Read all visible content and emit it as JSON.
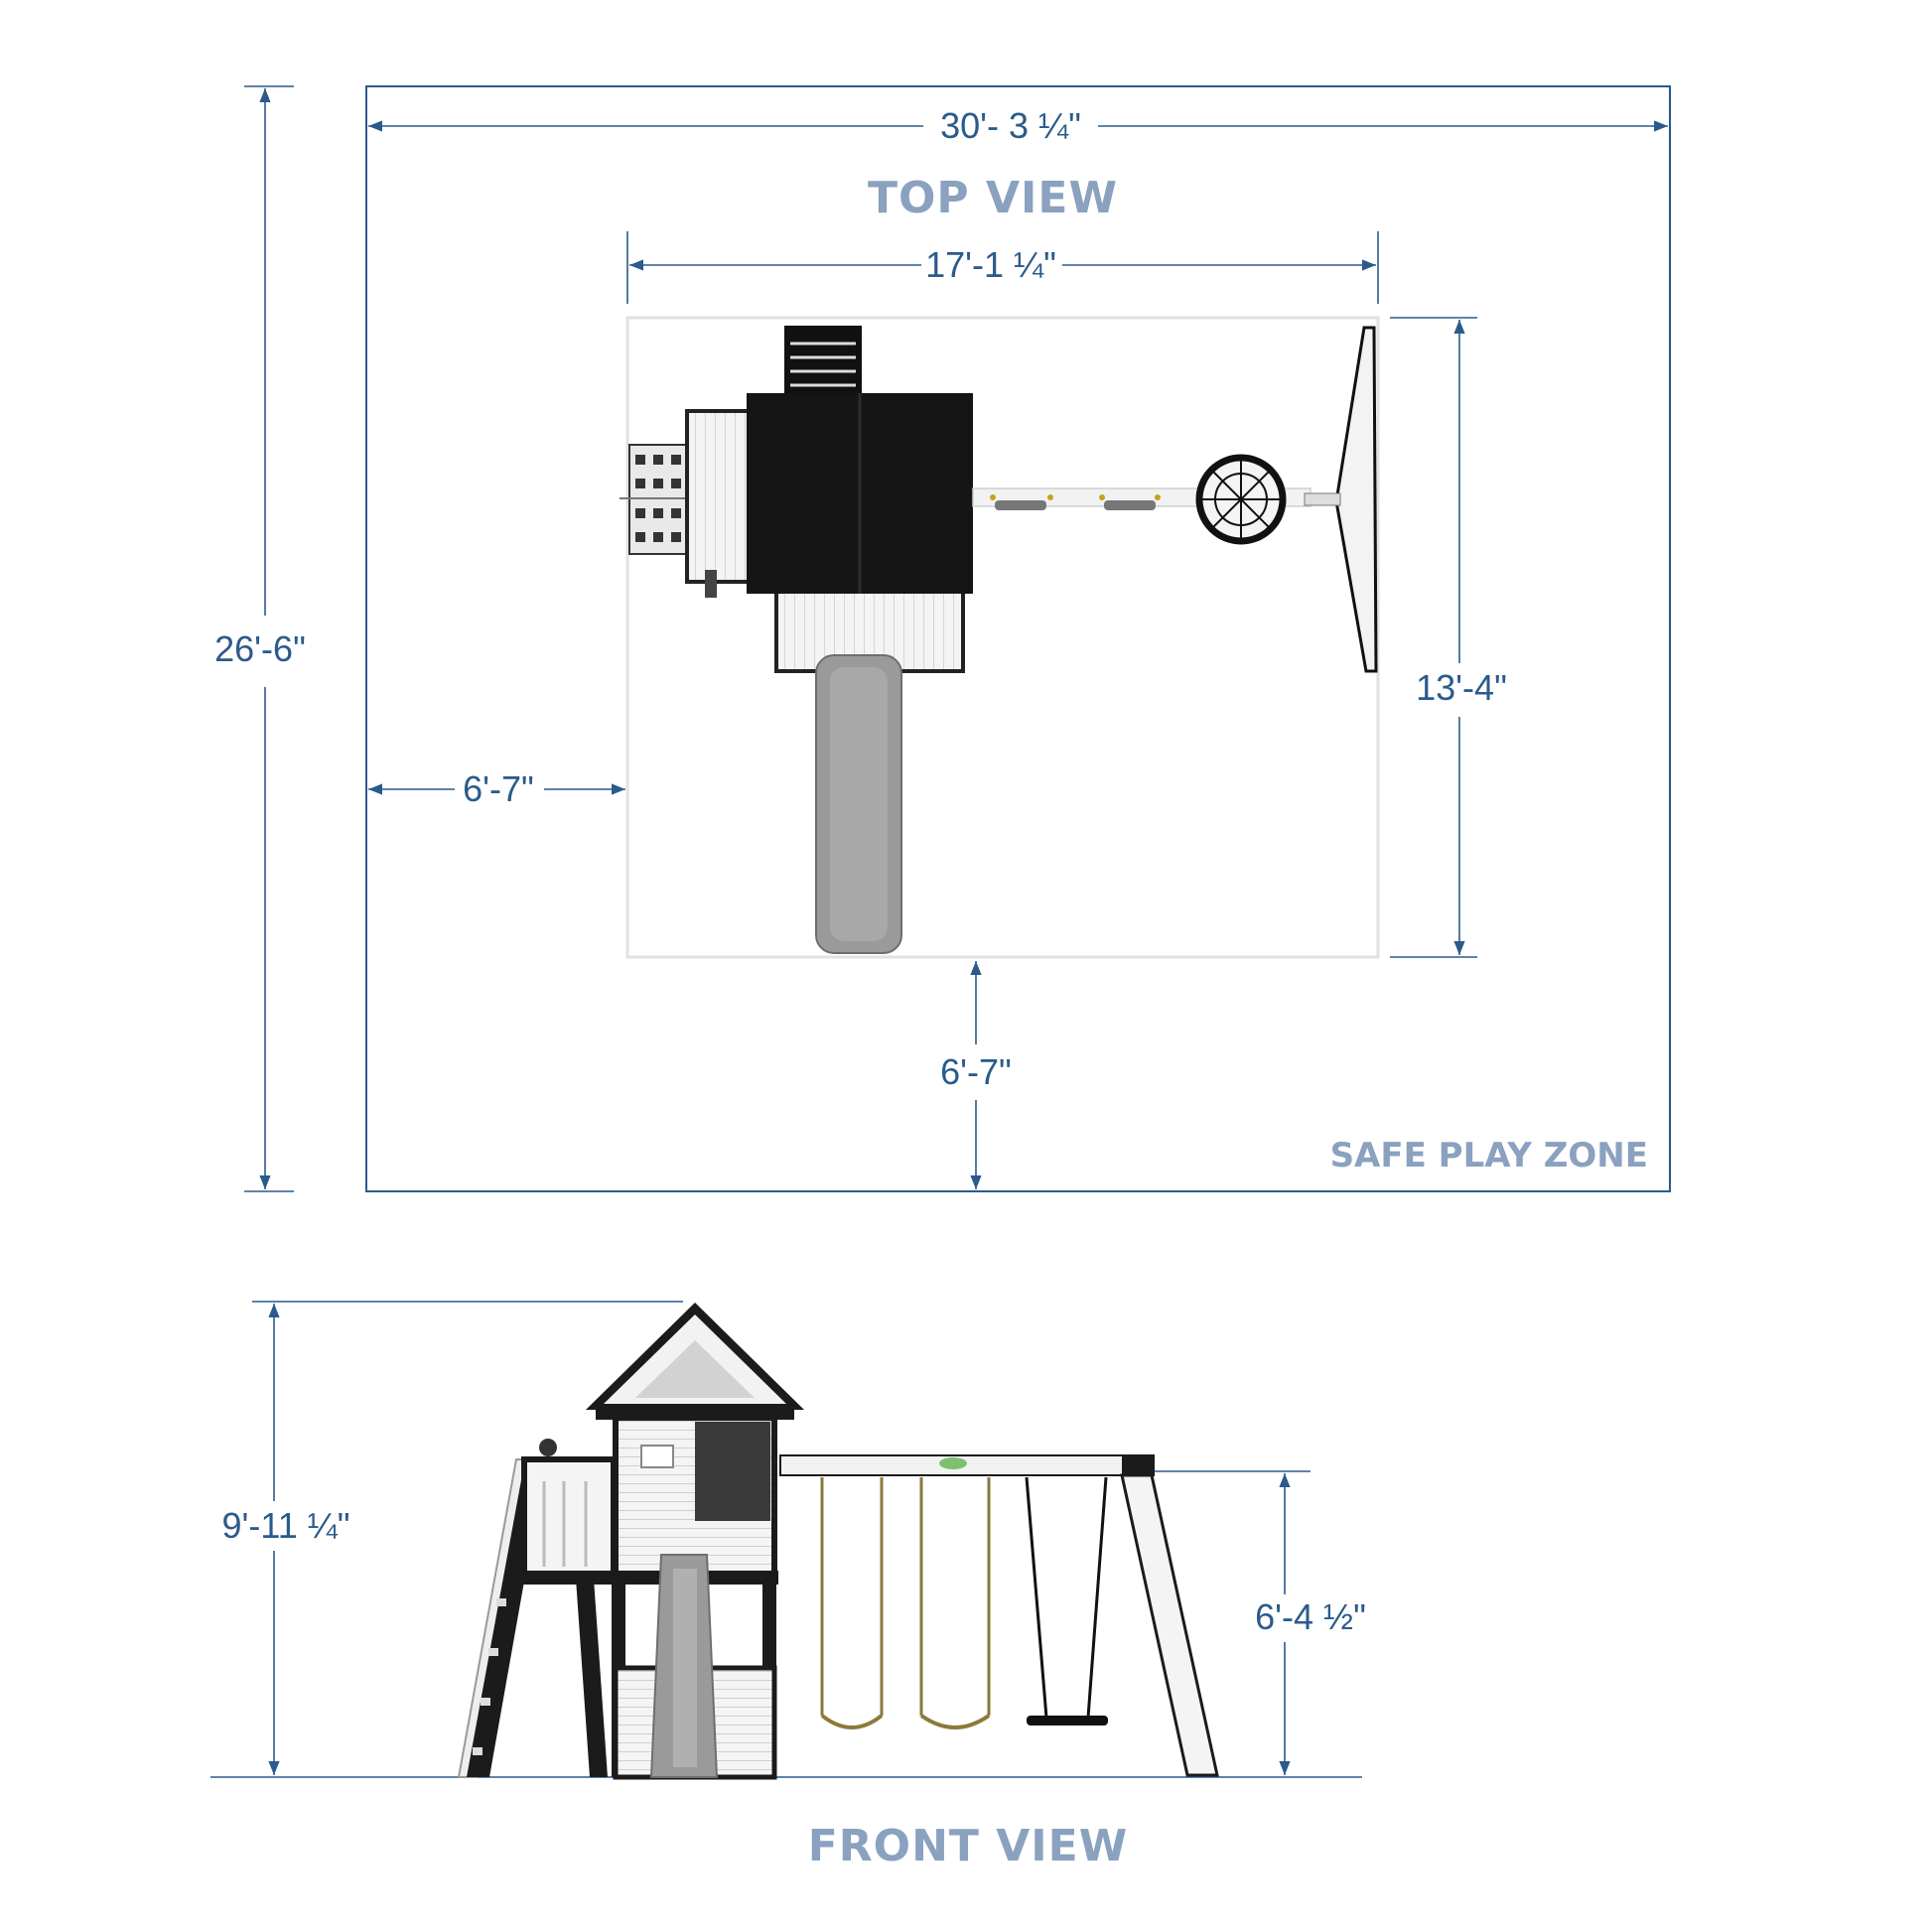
{
  "top_view": {
    "title": "TOP VIEW",
    "zone_label": "SAFE PLAY ZONE",
    "dims": {
      "overall_width": "30'- 3 ¼\"",
      "overall_depth": "26'-6\"",
      "unit_width": "17'-1 ¼\"",
      "unit_depth": "13'-4\"",
      "side_clearance": "6'-7\"",
      "front_clearance": "6'-7\""
    }
  },
  "front_view": {
    "title": "FRONT VIEW",
    "dims": {
      "overall_height": "9'-11 ¼\"",
      "beam_height": "6'-4 ½\""
    }
  },
  "colors": {
    "dimension": "#2b5a8c",
    "title": "#8aa1bf",
    "structure_dark": "#1b1b1b",
    "structure_light": "#f2f2f2",
    "slide": "#9a9a9a"
  }
}
